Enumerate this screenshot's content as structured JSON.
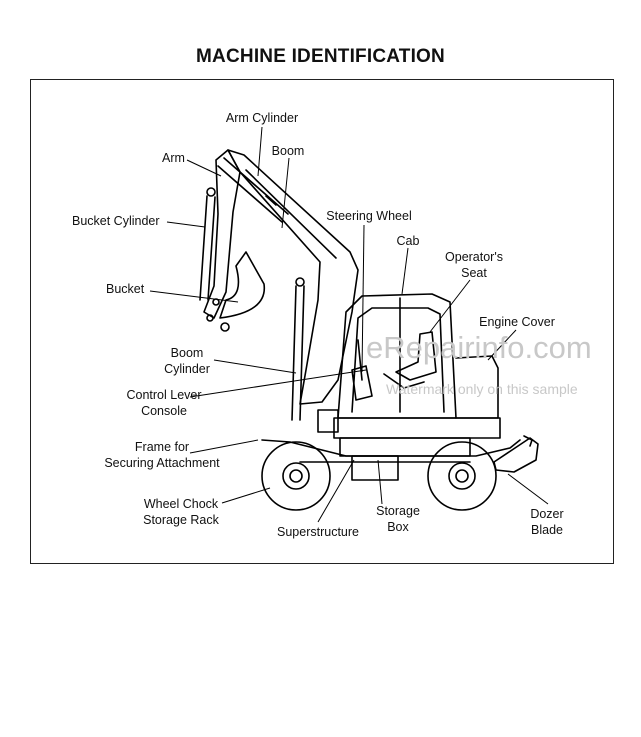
{
  "title": "MACHINE IDENTIFICATION",
  "labels": {
    "arm_cylinder": "Arm Cylinder",
    "boom_top": "Boom",
    "arm": "Arm",
    "bucket_cylinder": "Bucket Cylinder",
    "steering_wheel": "Steering Wheel",
    "cab": "Cab",
    "operators_seat_1": "Operator's",
    "operators_seat_2": "Seat",
    "bucket": "Bucket",
    "engine_cover": "Engine Cover",
    "boom_cylinder_1": "Boom",
    "boom_cylinder_2": "Cylinder",
    "control_lever_1": "Control Lever",
    "control_lever_2": "Console",
    "frame_attach_1": "Frame for",
    "frame_attach_2": "Securing Attachment",
    "wheel_chock_1": "Wheel Chock",
    "wheel_chock_2": "Storage Rack",
    "storage_box_1": "Storage",
    "storage_box_2": "Box",
    "dozer_blade_1": "Dozer",
    "dozer_blade_2": "Blade",
    "superstructure": "Superstructure"
  },
  "watermark": {
    "main": "eRepairinfo.com",
    "sub": "Watermark only on this sample"
  }
}
